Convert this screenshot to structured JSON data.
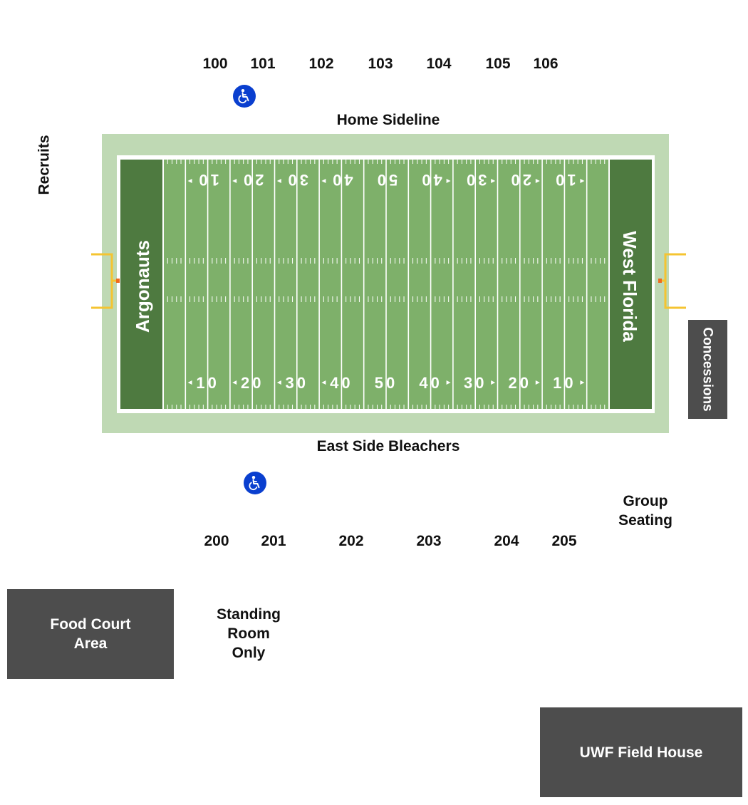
{
  "colors": {
    "outer_field": "#bfd9b4",
    "playing_field": "#7eb06a",
    "endzone": "#4e7a40",
    "lines": "#ffffff",
    "goalpost": "#f5c431",
    "pylon": "#ef6a1e",
    "box": "#4d4d4d",
    "accessible": "#0a3fcf"
  },
  "top_sections": [
    "100",
    "101",
    "102",
    "103",
    "104",
    "105",
    "106"
  ],
  "bottom_sections": [
    "200",
    "201",
    "202",
    "203",
    "204",
    "205"
  ],
  "labels": {
    "home_sideline": "Home Sideline",
    "east_bleachers": "East Side Bleachers",
    "recruits": "Recruits",
    "group_seating": "Group Seating",
    "standing_room": "Standing Room Only",
    "concessions": "Concessions",
    "food_court": "Food Court Area",
    "field_house": "UWF Field House"
  },
  "field": {
    "left_endzone": "Argonauts",
    "right_endzone": "West Florida",
    "yard_numbers": [
      "10",
      "20",
      "30",
      "40",
      "50",
      "40",
      "30",
      "20",
      "10"
    ]
  },
  "icons": {
    "accessible": "wheelchair-icon"
  }
}
